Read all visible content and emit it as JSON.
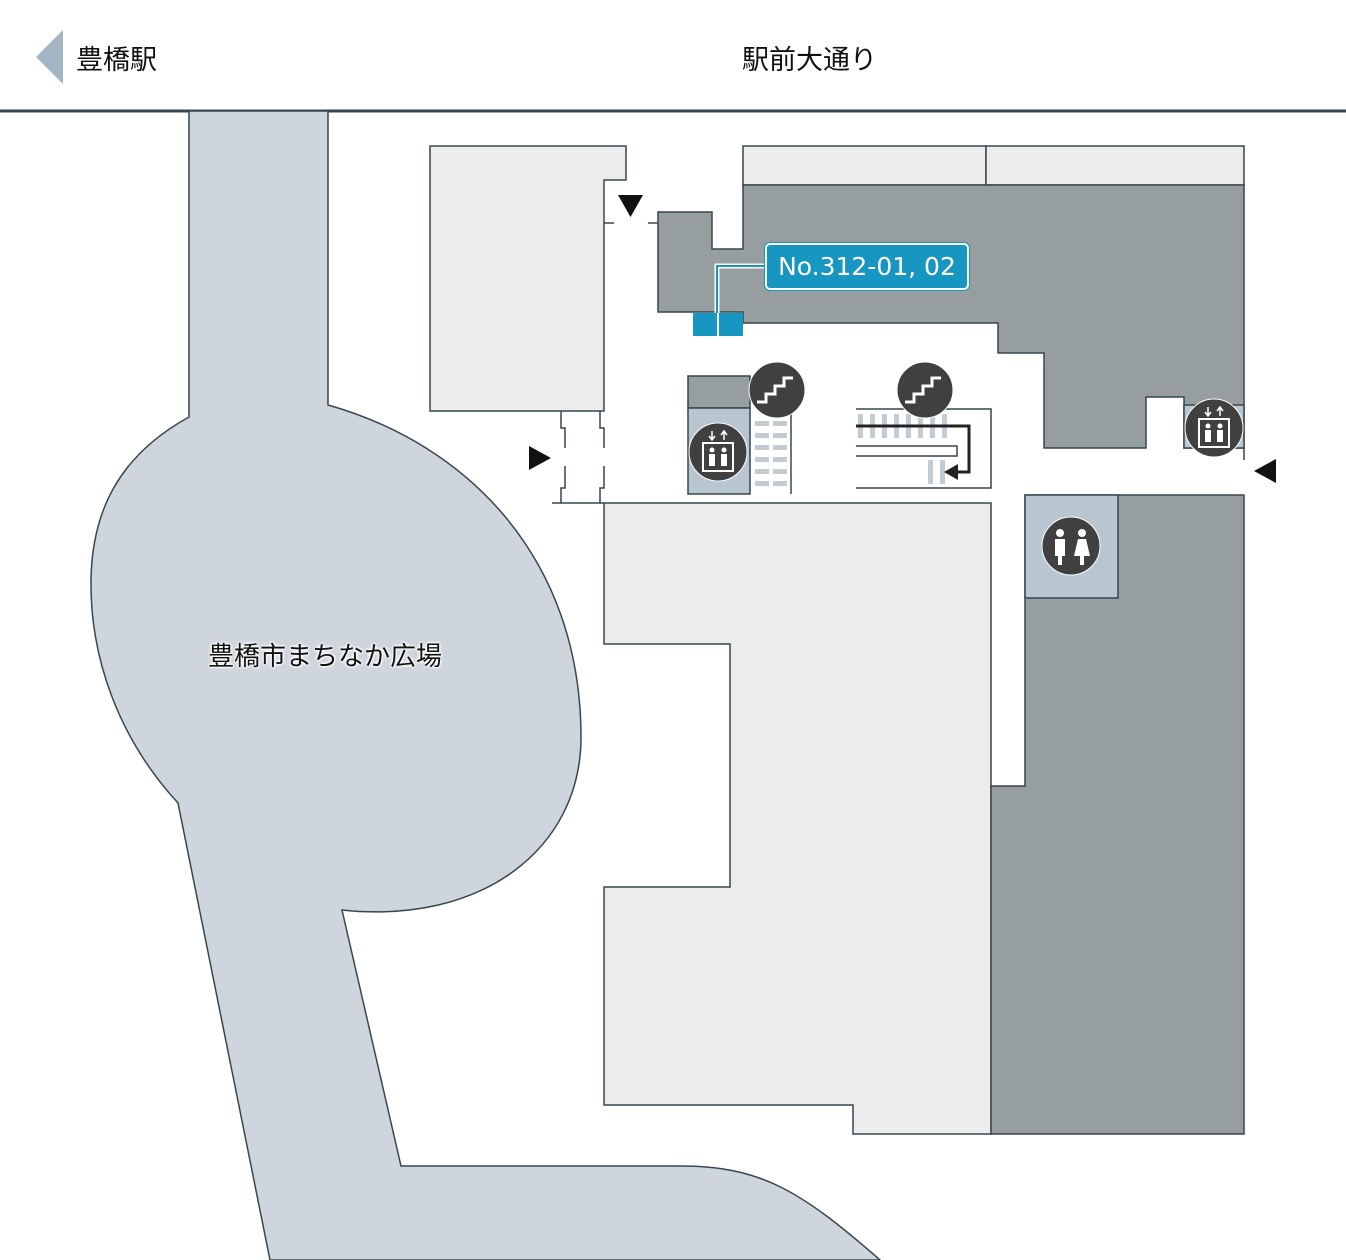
{
  "header": {
    "back_link_label": "豊橋駅",
    "street_name": "駅前大通り"
  },
  "map": {
    "plaza_label": "豊橋市まちなか広場",
    "highlighted_unit": {
      "label": "No.312-01, 02",
      "color": "#1696c0"
    },
    "colors": {
      "road": "#cfd5dd",
      "building_light": "#ececec",
      "building_dark": "#969e9f",
      "facility_bg": "#b8c6d1",
      "outline": "#37474f",
      "icon_circle": "#404040"
    },
    "icons": [
      {
        "name": "stairs-icon",
        "label": "stairs"
      },
      {
        "name": "stairs-icon",
        "label": "stairs"
      },
      {
        "name": "elevator-icon",
        "label": "elevator"
      },
      {
        "name": "elevator-icon",
        "label": "elevator"
      },
      {
        "name": "restroom-icon",
        "label": "restroom"
      }
    ],
    "entrances": [
      "top",
      "left",
      "right"
    ]
  }
}
